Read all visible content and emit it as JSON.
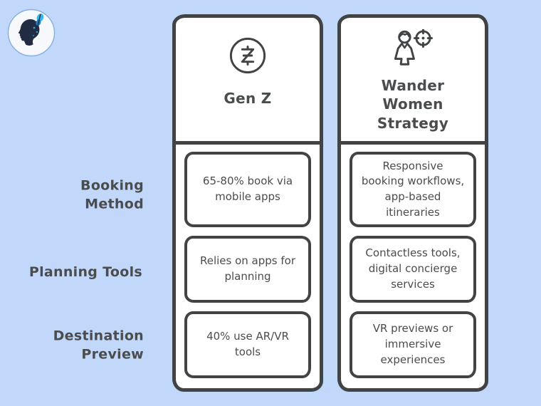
{
  "theme": {
    "bg": "#c2d8fa",
    "ink": "#414345",
    "text": "#4a4c4e",
    "card": "#ffffff",
    "logo-bg": "#f6f8fb",
    "logo-ring": "#86aede",
    "logo-navy": "#212c42",
    "butterfly-blue": "#37b6e9",
    "butterfly-deep": "#1b7fc4"
  },
  "logo": {
    "icon": "woman-butterfly-logo"
  },
  "rows": [
    {
      "label": "Booking Method"
    },
    {
      "label": "Planning Tools"
    },
    {
      "label": "Destination Preview"
    }
  ],
  "columns": [
    {
      "title": "Gen Z",
      "icon": "gen-z-circle-icon",
      "cells": [
        "65-80% book via mobile apps",
        "Relies on apps for planning",
        "40% use AR/VR tools"
      ]
    },
    {
      "title": "Wander Women Strategy",
      "icon": "woman-with-target-icon",
      "cells": [
        "Responsive booking workflows, app-based itineraries",
        "Contactless tools, digital concierge services",
        "VR previews or immersive experiences"
      ]
    }
  ]
}
